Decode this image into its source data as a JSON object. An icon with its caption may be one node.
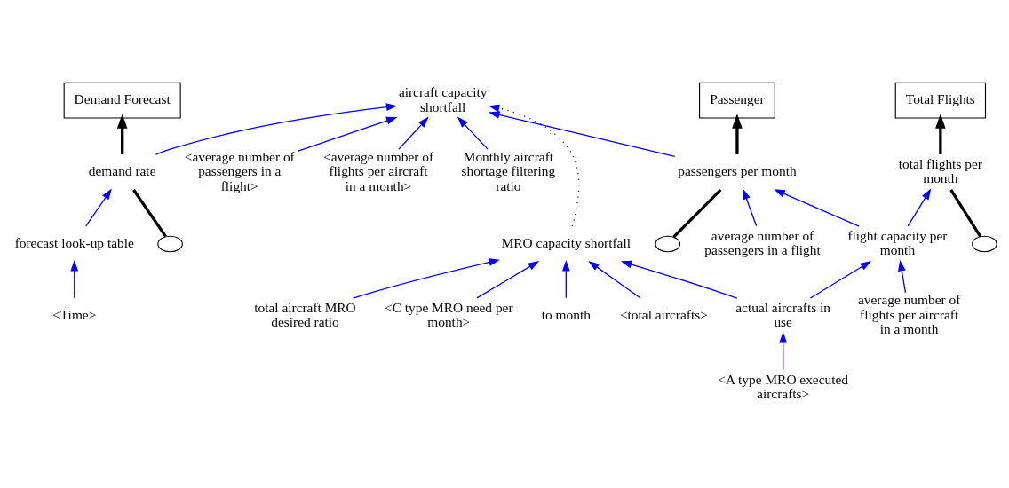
{
  "diagram": {
    "nodes": [
      {
        "text": [
          "<Time>"
        ]
      },
      {
        "text": [
          "forecast look-up table"
        ]
      },
      {
        "text": [],
        "shape": "cloud"
      },
      {
        "text": [
          "demand rate"
        ]
      },
      {
        "text": [
          "Demand Forecast"
        ]
      },
      {
        "text": [
          "<average number of passengers in a flight>"
        ]
      },
      {
        "text": [
          "<average number of flights per aircraft in a month>"
        ]
      },
      {
        "text": [
          "Monthly aircraft shortage filtering ratio"
        ]
      },
      {
        "text": [
          "aircraft capacity shortfall"
        ]
      },
      {
        "text": [
          "total aircraft MRO desired ratio"
        ]
      },
      {
        "text": [
          "MRO capacity shortfall"
        ]
      },
      {
        "text": [
          "<C type MRO need per month>"
        ]
      },
      {
        "text": [
          "to month"
        ]
      },
      {
        "text": [
          "<total aircrafts>"
        ]
      },
      {
        "text": [
          "passengers per month"
        ]
      },
      {
        "text": [
          "Passenger"
        ]
      },
      {
        "text": [],
        "shape": "cloud"
      },
      {
        "text": [
          "average number of passengers in a flight"
        ]
      },
      {
        "text": [
          "Total Flights"
        ]
      },
      {
        "text": [
          "total flights per month"
        ]
      },
      {
        "text": [],
        "shape": "cloud"
      },
      {
        "text": [
          "flight capacity per month"
        ]
      },
      {
        "text": [
          "average number of flights per aircraft in a month"
        ]
      },
      {
        "text": [
          "actual aircrafts in use"
        ]
      },
      {
        "text": [
          "<A type MRO executed aircrafts>"
        ]
      }
    ],
    "edges": [
      {
        "from": 0,
        "to": 1,
        "arrow": "to"
      },
      {
        "from": 1,
        "to": 3,
        "arrow": "to"
      },
      {
        "from": 2,
        "to": 3,
        "arrow": "none",
        "style": "thick",
        "color": "#000000"
      },
      {
        "from": 3,
        "to": 4,
        "arrow": "to",
        "style": "thick",
        "color": "#000000"
      },
      {
        "from": 3,
        "to": 8,
        "arrow": "to"
      },
      {
        "from": 5,
        "to": 8,
        "arrow": "to"
      },
      {
        "from": 6,
        "to": 8,
        "arrow": "to"
      },
      {
        "from": 7,
        "to": 8,
        "arrow": "to"
      },
      {
        "from": 14,
        "to": 8,
        "arrow": "to"
      },
      {
        "from": 10,
        "to": 8,
        "arrow": "to",
        "style": "dashed"
      },
      {
        "from": 9,
        "to": 10,
        "arrow": "to"
      },
      {
        "from": 11,
        "to": 10,
        "arrow": "to"
      },
      {
        "from": 12,
        "to": 10,
        "arrow": "to"
      },
      {
        "from": 13,
        "to": 10,
        "arrow": "to"
      },
      {
        "from": 23,
        "to": 10,
        "arrow": "to"
      },
      {
        "from": 16,
        "to": 14,
        "arrow": "none",
        "style": "thick",
        "color": "#000000"
      },
      {
        "from": 14,
        "to": 15,
        "arrow": "to",
        "style": "thick",
        "color": "#000000"
      },
      {
        "from": 21,
        "to": 14,
        "arrow": "to"
      },
      {
        "from": 17,
        "to": 14,
        "arrow": "to"
      },
      {
        "from": 20,
        "to": 19,
        "arrow": "none",
        "style": "thick",
        "color": "#000000"
      },
      {
        "from": 19,
        "to": 18,
        "arrow": "to",
        "style": "thick",
        "color": "#000000"
      },
      {
        "from": 21,
        "to": 19,
        "arrow": "to"
      },
      {
        "from": 22,
        "to": 21,
        "arrow": "to"
      },
      {
        "from": 23,
        "to": 21,
        "arrow": "to"
      },
      {
        "from": 24,
        "to": 23,
        "arrow": "to"
      }
    ]
  }
}
